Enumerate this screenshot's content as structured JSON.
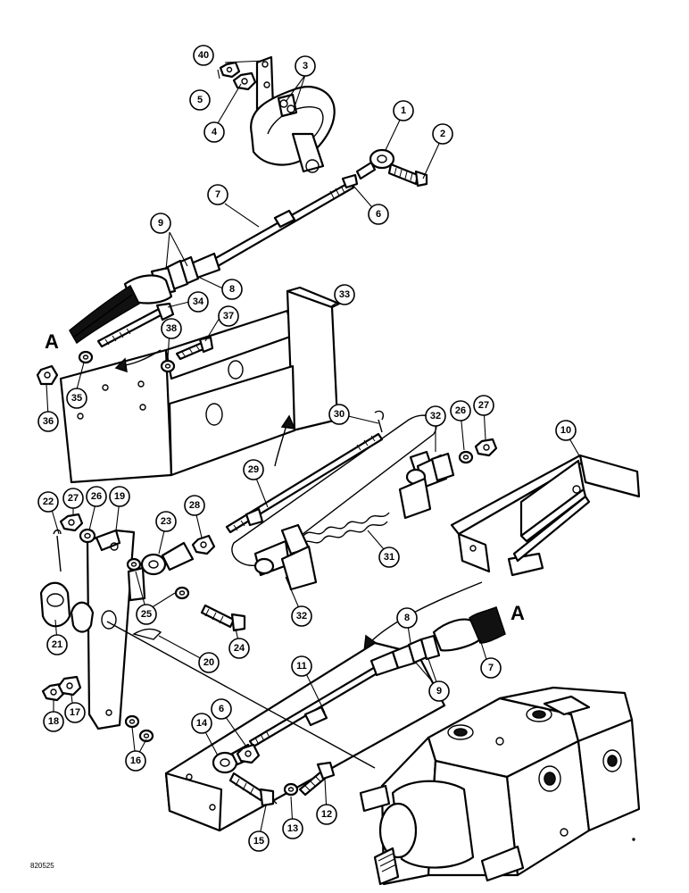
{
  "figure_id": "820525",
  "reference_letters": [
    "A",
    "A"
  ],
  "callouts": [
    "1",
    "2",
    "3",
    "4",
    "5",
    "6",
    "7",
    "8",
    "9",
    "10",
    "11",
    "12",
    "13",
    "14",
    "15",
    "16",
    "17",
    "18",
    "19",
    "20",
    "21",
    "22",
    "23",
    "24",
    "25",
    "26",
    "27",
    "28",
    "29",
    "30",
    "31",
    "32",
    "33",
    "34",
    "35",
    "36",
    "37",
    "38",
    "40"
  ]
}
